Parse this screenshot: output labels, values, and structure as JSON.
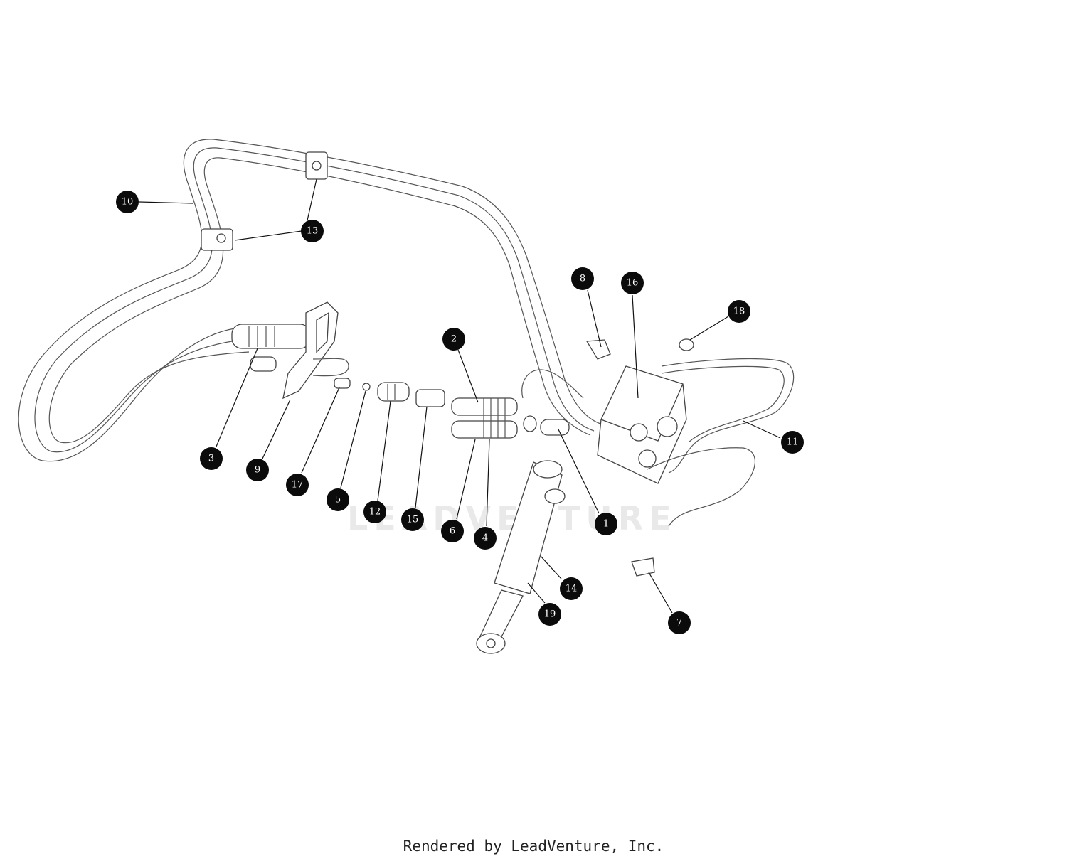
{
  "watermark": "LEADVENTURE",
  "footer": "Rendered by LeadVenture, Inc.",
  "callouts": [
    "1",
    "2",
    "3",
    "4",
    "5",
    "6",
    "7",
    "8",
    "9",
    "10",
    "11",
    "12",
    "13",
    "14",
    "15",
    "16",
    "17",
    "18",
    "19"
  ]
}
